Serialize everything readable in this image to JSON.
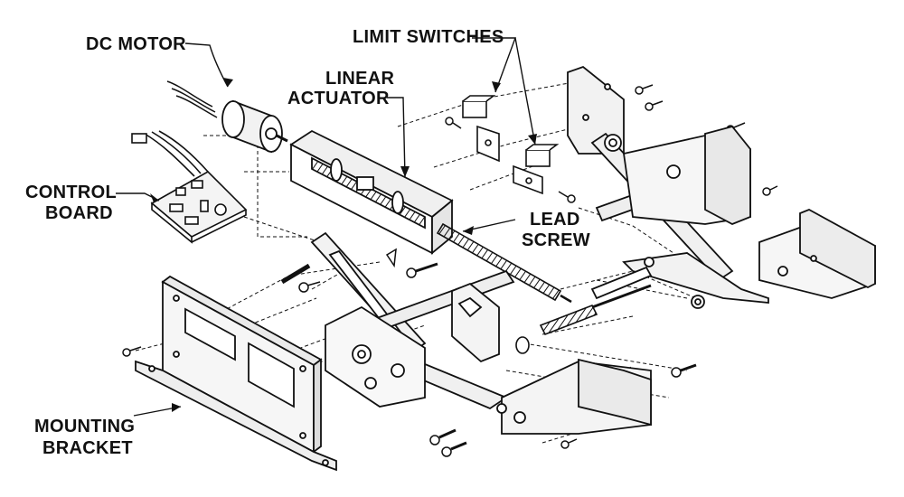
{
  "labels": {
    "dc_motor": "DC MOTOR",
    "limit_switches": "LIMIT SWITCHES",
    "linear_actuator_1": "LINEAR",
    "linear_actuator_2": "ACTUATOR",
    "control_board_1": "CONTROL",
    "control_board_2": "BOARD",
    "lead_screw_1": "LEAD",
    "lead_screw_2": "SCREW",
    "mounting_bracket_1": "MOUNTING",
    "mounting_bracket_2": "BRACKET"
  },
  "colors": {
    "ink": "#111111",
    "paper": "#ffffff",
    "shade": "#d9d9d9"
  }
}
